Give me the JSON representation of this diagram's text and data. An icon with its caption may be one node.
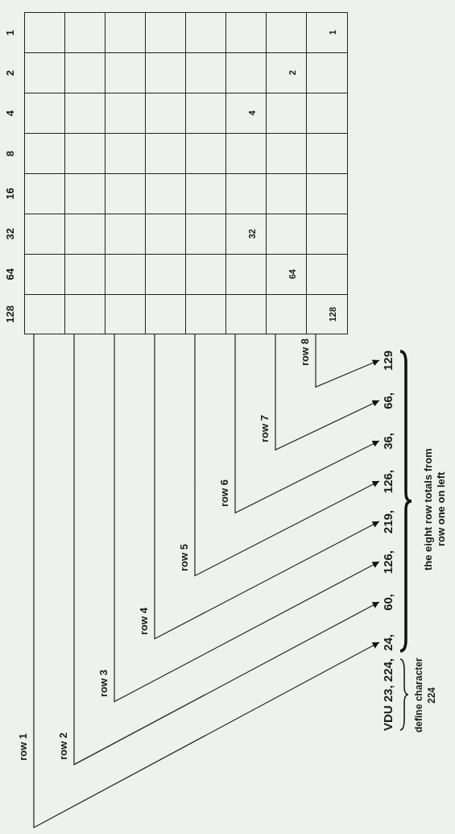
{
  "diagram": {
    "nodes": [
      {
        "text": [],
        "shape": "bar"
      },
      {
        "text": [],
        "shape": "bar"
      },
      {
        "text": [],
        "shape": "bar"
      },
      {
        "text": [],
        "shape": "bar"
      },
      {
        "text": [],
        "shape": "bar"
      },
      {
        "text": [],
        "shape": "bar"
      },
      {
        "text": [],
        "shape": "bar"
      },
      {
        "text": [],
        "shape": "bar"
      },
      {
        "text": [
          "24,"
        ]
      },
      {
        "text": [
          "60,"
        ]
      },
      {
        "text": [
          "126,"
        ]
      },
      {
        "text": [
          "219,"
        ]
      },
      {
        "text": [
          "126,"
        ]
      },
      {
        "text": [
          "36,"
        ]
      },
      {
        "text": [
          "66,"
        ]
      },
      {
        "text": [
          "129"
        ]
      }
    ],
    "edges": [
      {
        "from": 0,
        "to": 8,
        "arrow": "to",
        "label": "row 1"
      },
      {
        "from": 1,
        "to": 9,
        "arrow": "to",
        "label": "row 2"
      },
      {
        "from": 2,
        "to": 10,
        "arrow": "to",
        "label": "row 3"
      },
      {
        "from": 3,
        "to": 11,
        "arrow": "to",
        "label": "row 4"
      },
      {
        "from": 4,
        "to": 12,
        "arrow": "to",
        "label": "row 5"
      },
      {
        "from": 5,
        "to": 13,
        "arrow": "to",
        "label": "row 6"
      },
      {
        "from": 6,
        "to": 14,
        "arrow": "to",
        "label": "row 7"
      },
      {
        "from": 7,
        "to": 15,
        "arrow": "to",
        "label": "row 8"
      }
    ],
    "labels": [
      "1",
      "2",
      "4",
      "8",
      "16",
      "32",
      "64",
      "128",
      "1",
      "2",
      "4",
      "32",
      "64",
      "128",
      "VDU 23, 224,",
      "define character 224",
      "the eight row totals from row one on left"
    ]
  }
}
